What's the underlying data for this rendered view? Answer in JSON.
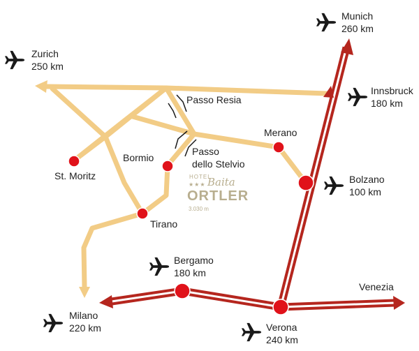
{
  "colors": {
    "road": "#f2cc86",
    "highway": "#b5261e",
    "town_dot": "#e0121a",
    "airport_icon": "#1a1a1a",
    "label_text": "#1f1f1f",
    "hotel_logo": "#b8ae8f"
  },
  "airports": {
    "munich": {
      "name": "Munich",
      "distance": "260 km",
      "icon": "airplane-icon"
    },
    "zurich": {
      "name": "Zurich",
      "distance": "250 km",
      "icon": "airplane-icon"
    },
    "innsbruck": {
      "name": "Innsbruck",
      "distance": "180 km",
      "icon": "airplane-icon"
    },
    "bolzano": {
      "name": "Bolzano",
      "distance": "100 km",
      "icon": "airplane-icon"
    },
    "bergamo": {
      "name": "Bergamo",
      "distance": "180 km",
      "icon": "airplane-icon"
    },
    "milano": {
      "name": "Milano",
      "distance": "220 km",
      "icon": "airplane-icon"
    },
    "verona": {
      "name": "Verona",
      "distance": "240 km",
      "icon": "airplane-icon"
    }
  },
  "places": {
    "passo_resia": "Passo Resia",
    "merano": "Merano",
    "bormio": "Bormio",
    "st_moritz": "St. Moritz",
    "passo_stelvio_line1": "Passo",
    "passo_stelvio_line2": "dello Stelvio",
    "tirano": "Tirano",
    "venezia": "Venezia"
  },
  "hotel": {
    "prefix": "HOTEL",
    "stars": "★★★",
    "script_name": "Baita",
    "name": "ORTLER",
    "altitude": "3.030 m"
  }
}
